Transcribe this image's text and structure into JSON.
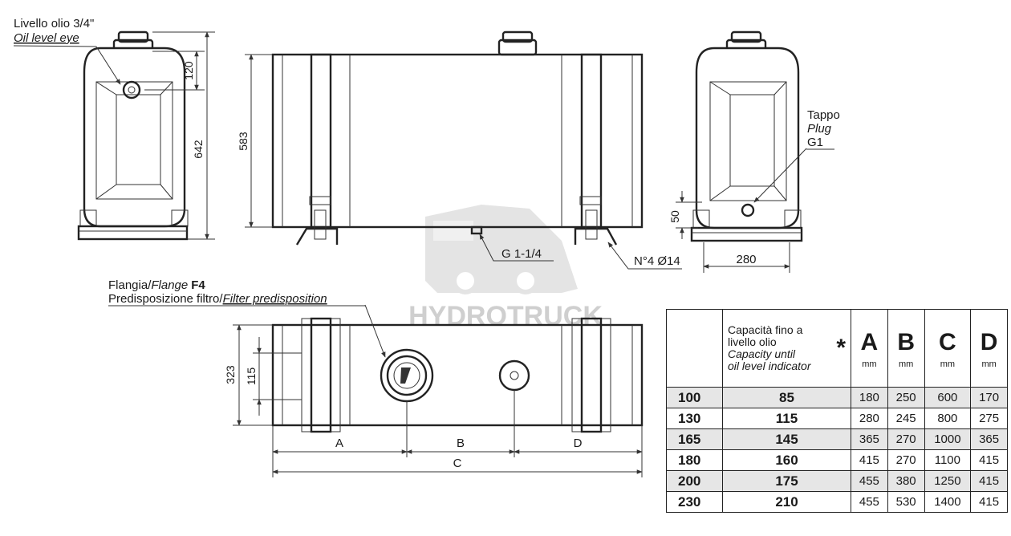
{
  "labels": {
    "oil_level_it": "Livello olio 3/4\"",
    "oil_level_en": "Oil level eye",
    "plug_it": "Tappo",
    "plug_en": "Plug",
    "plug_size": "G1",
    "drain": "G 1-1/4",
    "mount_holes": "N°4 Ø14",
    "flange_it": "Flangia/",
    "flange_en": "Flange",
    "flange_code": "F4",
    "filter_it": "Predisposizione filtro/",
    "filter_en": "Filter predisposition",
    "watermark": "HYDROTRUCK"
  },
  "dimensions": {
    "d120": "120",
    "d642": "642",
    "d583": "583",
    "d50": "50",
    "d280": "280",
    "d323": "323",
    "d115": "115",
    "dimA": "A",
    "dimB": "B",
    "dimC": "C",
    "dimD": "D"
  },
  "table": {
    "header_cap_it1": "Capacità fino a",
    "header_cap_it2": "livello olio",
    "header_cap_en1": "Capacity until",
    "header_cap_en2": "oil level indicator",
    "star": "*",
    "col_A": "A",
    "col_B": "B",
    "col_C": "C",
    "col_D": "D",
    "unit": "mm",
    "rows": [
      {
        "model": "100",
        "cap": "85",
        "A": "180",
        "B": "250",
        "C": "600",
        "D": "170"
      },
      {
        "model": "130",
        "cap": "115",
        "A": "280",
        "B": "245",
        "C": "800",
        "D": "275"
      },
      {
        "model": "165",
        "cap": "145",
        "A": "365",
        "B": "270",
        "C": "1000",
        "D": "365"
      },
      {
        "model": "180",
        "cap": "160",
        "A": "415",
        "B": "270",
        "C": "1100",
        "D": "415"
      },
      {
        "model": "200",
        "cap": "175",
        "A": "455",
        "B": "380",
        "C": "1250",
        "D": "415"
      },
      {
        "model": "230",
        "cap": "210",
        "A": "455",
        "B": "530",
        "C": "1400",
        "D": "415"
      }
    ]
  }
}
